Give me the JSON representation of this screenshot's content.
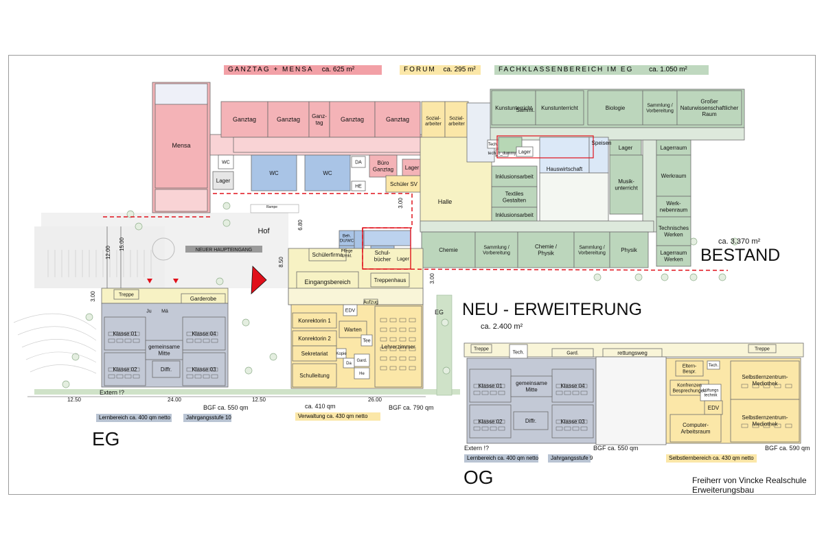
{
  "legend": {
    "ganztag": {
      "label": "GANZTAG + MENSA",
      "area": "ca. 625 m²",
      "color": "#f2a0a6"
    },
    "forum": {
      "label": "FORUM",
      "area": "ca. 295 m²",
      "color": "#fbe7a8"
    },
    "fachklassen": {
      "label": "FACHKLASSENBEREICH IM EG",
      "area": "ca. 1.050 m²",
      "color": "#bfd8bf"
    }
  },
  "colors": {
    "pink": "#f4b3b7",
    "pink_light": "#f9d3d5",
    "yellow": "#fbe7a8",
    "yellow_light": "#f7f2c4",
    "green": "#bcd6bc",
    "green_light": "#dde9dc",
    "blue": "#a9c4e6",
    "grey": "#c3c9d6",
    "red_line": "#e0101a"
  },
  "bestand": {
    "title": "BESTAND",
    "area": "ca.  3.370 m²"
  },
  "neu": {
    "title": "NEU - ERWEITERUNG",
    "area": "ca.  2.400 m²"
  },
  "eg": {
    "title": "EG",
    "tag_lern": "Lernbereich ca. 400 qm netto",
    "tag_jahr": "Jahrgangsstufe 10",
    "tag_verw": "Verwaltung ca. 430 qm   netto",
    "bgf_left": "BGF ca. 550 qm",
    "bgf_right": "BGF ca. 790 qm",
    "mid_area": "ca. 410 qm",
    "extern": "Extern  !?",
    "dim_1": "12.50",
    "dim_2": "24.00",
    "dim_3": "12.50",
    "dim_4": "26.00"
  },
  "og": {
    "title": "OG",
    "tag_lern": "Lernbereich ca. 400 qm netto",
    "tag_jahr": "Jahrgangsstufe 9",
    "tag_selbst": "Selbstlernbereich ca. 430 qm   netto",
    "bgf_left": "BGF ca. 550 qm",
    "bgf_right": "BGF ca. 590 qm",
    "extern": "Extern   !?",
    "rettungsweg": "Rettungsweg"
  },
  "school": {
    "line1": "Freiherr von Vincke Realschule",
    "line2": "Erweiterungsbau"
  },
  "labels": {
    "neuer_haupteingang": "NEUER  HAUPTEINGANG",
    "hof": "Hof",
    "halle": "Halle",
    "eg_side": "EG",
    "rampe": "Rampe"
  },
  "dims": {
    "d1200": "12.00",
    "d1500": "15.00",
    "d300a": "3.00",
    "d680": "6.80",
    "d850": "8.50",
    "d300b": "3.00",
    "d300c": "3.00"
  },
  "rooms": {
    "mensa": "Mensa",
    "wc_a": "WC",
    "lager_a": "Lager",
    "ganztag_1": "Ganztag",
    "ganztag_2": "Ganztag",
    "ganztag_3": "Ganz-\ntag",
    "ganztag_4": "Ganztag",
    "ganztag_5": "Ganztag",
    "sozial_1": "Sozial-\narbeiter",
    "sozial_2": "Sozial-\narbeiter",
    "wc_b": "WC",
    "wc_c": "WC",
    "da": "DA",
    "he": "HE",
    "buero": "Büro\nGanztag",
    "lager_b": "Lager",
    "schueler_sv": "Schüler SV",
    "kunst_1": "Kunstunterricht",
    "kunst_2": "Kunstunterricht",
    "sammlung_a": "Samml.",
    "biologie": "Biologie",
    "sammlung_b": "Sammlung /\nVorbereitung",
    "grosser": "Großer\nNaturwissenschaftlicher\nRaum",
    "tech_a": "Tech.",
    "lager_c": "Lager",
    "speisen": "Speisen",
    "hauswirtschaft": "Hauswirtschaft",
    "lager_d": "Lager",
    "lagerraum_a": "Lagerraum",
    "musik": "Musik-\nunterricht",
    "werkraum": "Werkraum",
    "werknebenraum": "Werk-\nnebenraum",
    "technisches": "Technisches\nWerken",
    "lagerraum_b": "Lagerraum\nWerken",
    "inklusion_1": "Inklusionsarbeit",
    "textiles": "Textiles\nGestalten",
    "inklusion_2": "Inklusionsarbeit",
    "chemie": "Chemie",
    "sammlung_c": "Sammlung /\nVorbereitung",
    "chemie_physik": "Chemie /\nPhysik",
    "sammlung_d": "Sammlung /\nVorbereitung",
    "physik": "Physik",
    "beh_duwc": "Beh.\nDU/WC",
    "pflege": "Pflege\nUmkl.",
    "schulbuecher": "Schul-\nbücher",
    "lager_e": "Lager",
    "schuelerfirma": "Schülerfirma",
    "eingangsbereich": "Eingangsbereich",
    "treppenhaus": "Treppenhaus",
    "treppe_eg": "Treppe",
    "garderobe": "Garderobe",
    "ju": "Ju",
    "mae": "Mä",
    "klasse01_eg": "Klasse 01",
    "klasse02_eg": "Klasse 02",
    "klasse03_eg": "Klasse 03",
    "klasse04_eg": "Klasse 04",
    "gem_mitte_eg": "gemeinsame\nMitte",
    "diffr_eg": "Diffr.",
    "konrektorin1": "Konrektorin 1",
    "konrektorin2": "Konrektorin 2",
    "sekretariat": "Sekretariat",
    "schulleitung": "Schulleitung",
    "edv_eg": "EDV",
    "aufzug": "Aufzug",
    "warten": "Warten",
    "tee": "Tee",
    "kopie": "Kopie",
    "da2": "Da",
    "gard": "Gard.",
    "he2": "He",
    "lehrerzimmer": "Lehrerzimmer",
    "treppe_og1": "Treppe",
    "tech_og": "Tech.",
    "gard_og": "Gard.",
    "treppe_og2": "Treppe",
    "klasse01_og": "Klasse 01",
    "klasse02_og": "Klasse 02",
    "klasse03_og": "Klasse 03",
    "klasse04_og": "Klasse 04",
    "gem_mitte_og": "gemeinsame\nMitte",
    "diffr_og": "Diffr.",
    "eltern": "Eltern-\nBespr.",
    "tech_og2": "Tech.",
    "konfrenzen": "Konfrenzen\nBesprechungen",
    "lueftung": "Lüftungs\ntechnik",
    "edv_og": "EDV",
    "computer": "Computer-\nArbeitsraum",
    "sz1": "Selbstlernzentrum-\nMediothek",
    "sz2": "Selbstlernzentrum-\nMediothek"
  }
}
